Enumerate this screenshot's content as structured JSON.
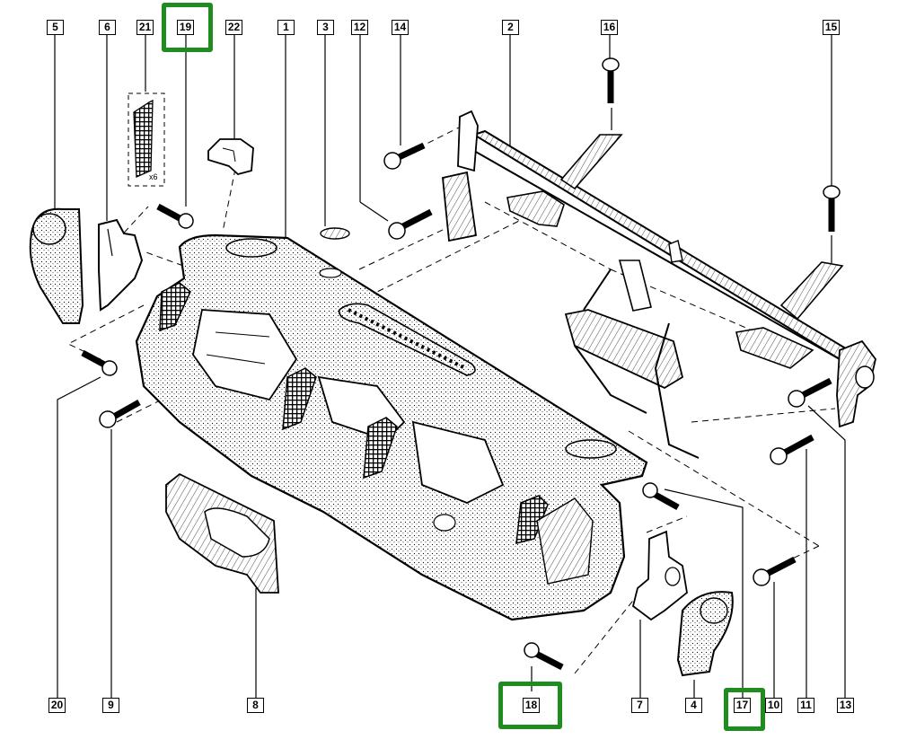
{
  "diagram": {
    "title": "Dashboard assembly exploded view",
    "highlight_color": "#1e8c1e",
    "line_color": "#000000",
    "stipple_color": "#000000",
    "callouts_top": [
      "5",
      "6",
      "21",
      "19",
      "22",
      "1",
      "3",
      "12",
      "14",
      "2",
      "16",
      "15"
    ],
    "callouts_bottom": [
      "20",
      "9",
      "8",
      "18",
      "7",
      "4",
      "17",
      "10",
      "11",
      "13"
    ],
    "highlighted": [
      "19",
      "18",
      "17"
    ],
    "quantity_note": "x6",
    "parts": [
      {
        "ref": "1",
        "name": "dashboard-panel"
      },
      {
        "ref": "2",
        "name": "cross-member-beam"
      },
      {
        "ref": "3",
        "name": "clip"
      },
      {
        "ref": "4",
        "name": "right-side-air-vent-housing"
      },
      {
        "ref": "5",
        "name": "left-side-air-vent-housing"
      },
      {
        "ref": "6",
        "name": "left-bracket"
      },
      {
        "ref": "7",
        "name": "right-bracket"
      },
      {
        "ref": "8",
        "name": "instrument-cluster-surround"
      },
      {
        "ref": "9",
        "name": "bolt"
      },
      {
        "ref": "10",
        "name": "bolt"
      },
      {
        "ref": "11",
        "name": "bolt"
      },
      {
        "ref": "12",
        "name": "bolt"
      },
      {
        "ref": "13",
        "name": "right-beam-end-bracket"
      },
      {
        "ref": "14",
        "name": "bolt"
      },
      {
        "ref": "15",
        "name": "bolt"
      },
      {
        "ref": "16",
        "name": "bolt"
      },
      {
        "ref": "17",
        "name": "bolt"
      },
      {
        "ref": "18",
        "name": "bolt"
      },
      {
        "ref": "19",
        "name": "bolt"
      },
      {
        "ref": "20",
        "name": "bolt"
      },
      {
        "ref": "21",
        "name": "vent-grille"
      },
      {
        "ref": "22",
        "name": "mounting-bracket"
      }
    ]
  }
}
